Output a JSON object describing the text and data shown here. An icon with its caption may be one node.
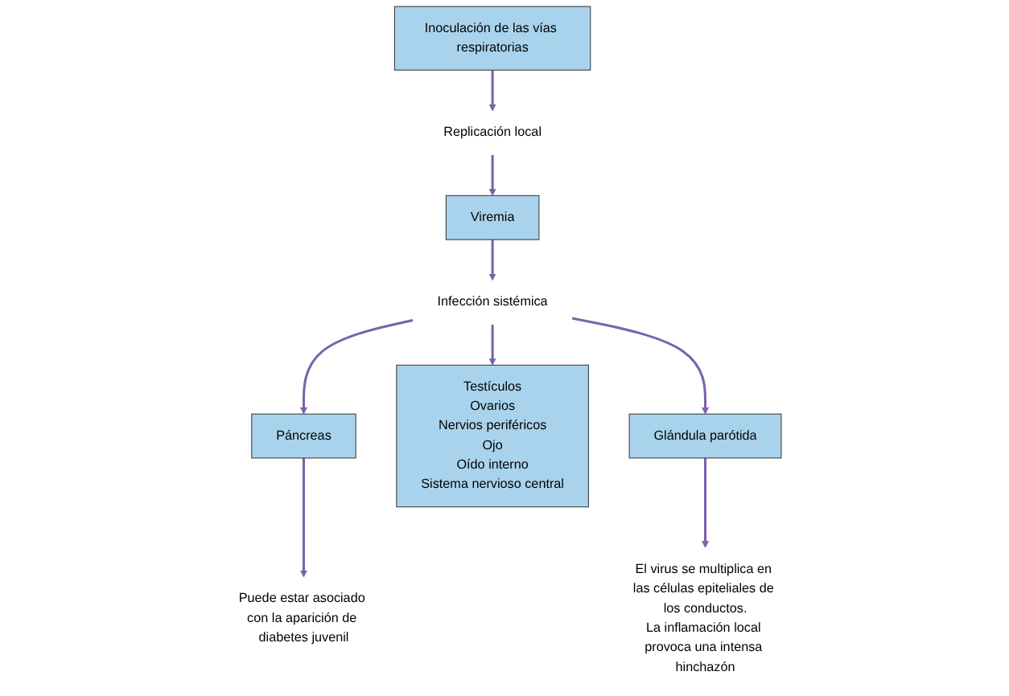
{
  "diagram": {
    "nodes": [
      {
        "text": [
          "Inoculación de las vías respiratorias"
        ]
      },
      {
        "text": [
          "Replicación local"
        ]
      },
      {
        "text": [
          "Viremia"
        ]
      },
      {
        "text": [
          "Infección sistémica"
        ]
      },
      {
        "text": [
          "Páncreas"
        ]
      },
      {
        "text": [
          "Testículos",
          "Ovarios",
          "Nervios periféricos",
          "Ojo",
          "Oído interno",
          "Sistema nervioso central"
        ]
      },
      {
        "text": [
          "Glándula parótida"
        ]
      },
      {
        "text": [
          "Puede estar asociado con la aparición de diabetes juvenil"
        ]
      },
      {
        "text": [
          "El virus se multiplica en las células epiteliales de los conductos.",
          "La inflamación local provoca una intensa hinchazón"
        ]
      }
    ],
    "edges": [
      {
        "from": 0,
        "to": 1,
        "arrow": "to"
      },
      {
        "from": 1,
        "to": 2,
        "arrow": "to"
      },
      {
        "from": 2,
        "to": 3,
        "arrow": "to"
      },
      {
        "from": 3,
        "to": 4,
        "arrow": "to"
      },
      {
        "from": 3,
        "to": 5,
        "arrow": "to"
      },
      {
        "from": 3,
        "to": 6,
        "arrow": "to"
      },
      {
        "from": 4,
        "to": 7,
        "arrow": "to"
      },
      {
        "from": 6,
        "to": 8,
        "arrow": "to"
      }
    ]
  }
}
